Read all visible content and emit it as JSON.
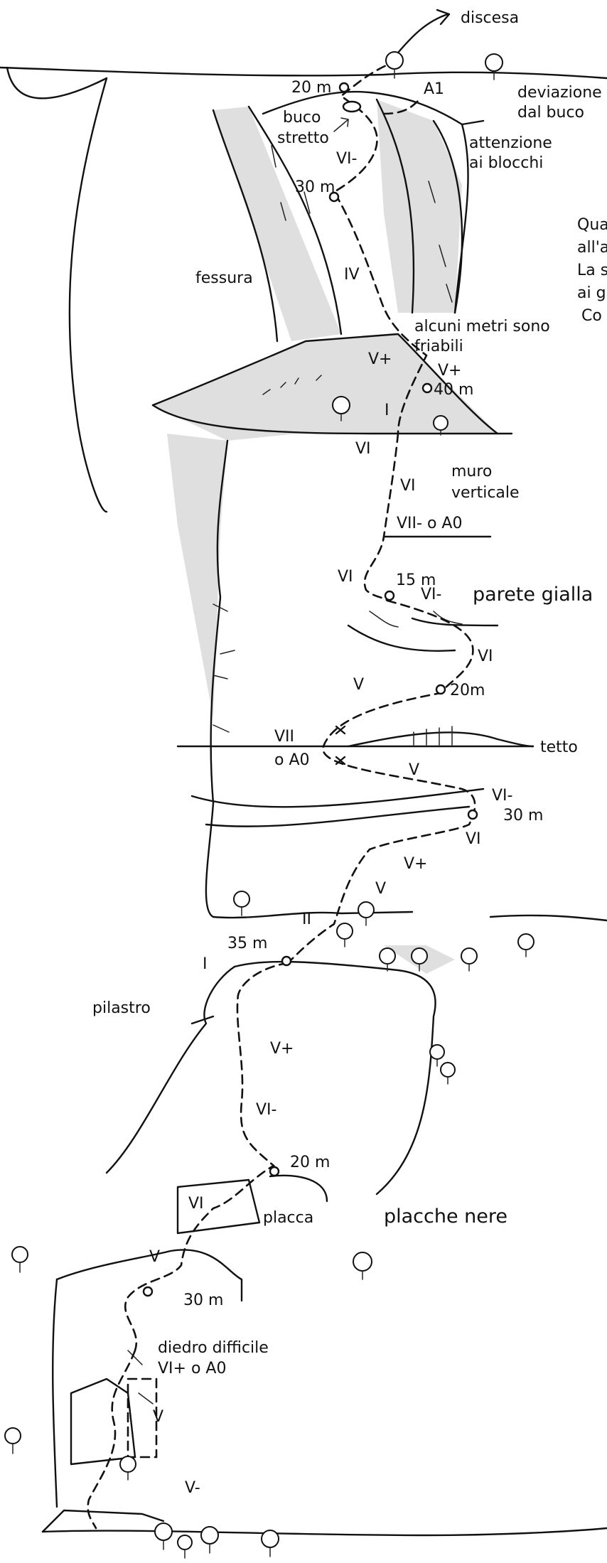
{
  "top_labels": {
    "descent": "discesa",
    "deviation_line1": "deviazione",
    "deviation_line2": "dal buco",
    "narrow_hole_line1": "buco",
    "narrow_hole_line2": "stretto",
    "blocks_line1": "attenzione",
    "blocks_line2": "ai blocchi",
    "crack": "fessura",
    "friable_line1": "alcuni metri sono",
    "friable_line2": "friabili",
    "vertical_wall_line1": "muro",
    "vertical_wall_line2": "verticale",
    "yellow_wall": "parete gialla",
    "roof": "tetto",
    "pillar": "pilastro",
    "slab": "placca",
    "black_slabs": "placche nere",
    "hard_dihedral_line1": "diedro difficile",
    "hard_dihedral_line2": "VI+ o A0"
  },
  "cut_text": [
    "Qua",
    "all'a",
    "La s",
    "ai g",
    "Co"
  ],
  "belays": [
    "20 m",
    "30 m",
    "40 m",
    "15 m",
    "20m",
    "30 m",
    "35 m",
    "20 m",
    "30 m"
  ],
  "grades": {
    "g_a1": "A1",
    "g_vi_top": "VI-",
    "g_iv": "IV",
    "g_vplus_left": "V+",
    "g_vplus_right": "V+",
    "g_i_ledge": "I",
    "g_vi_wall": "VI",
    "g_vi_wall2": "VI",
    "g_vii_a0": "VII- o A0",
    "g_vi_yellow": "VI",
    "g_viminus_yellow": "VI-",
    "g_vi_right": "VI",
    "g_v_mid": "V",
    "g_vii": "VII",
    "g_o_a0": "o A0",
    "g_v_roof": "V",
    "g_viminus_30": "VI-",
    "g_vi_low": "VI",
    "g_vplus_low": "V+",
    "g_v_low": "V",
    "g_ii": "II",
    "g_i_35": "I",
    "g_vplus_pillar": "V+",
    "g_viminus_pillar": "VI-",
    "g_vi_slab": "VI",
    "g_v_slab": "V",
    "g_v_base": "V",
    "g_vminus_base": "V-"
  }
}
